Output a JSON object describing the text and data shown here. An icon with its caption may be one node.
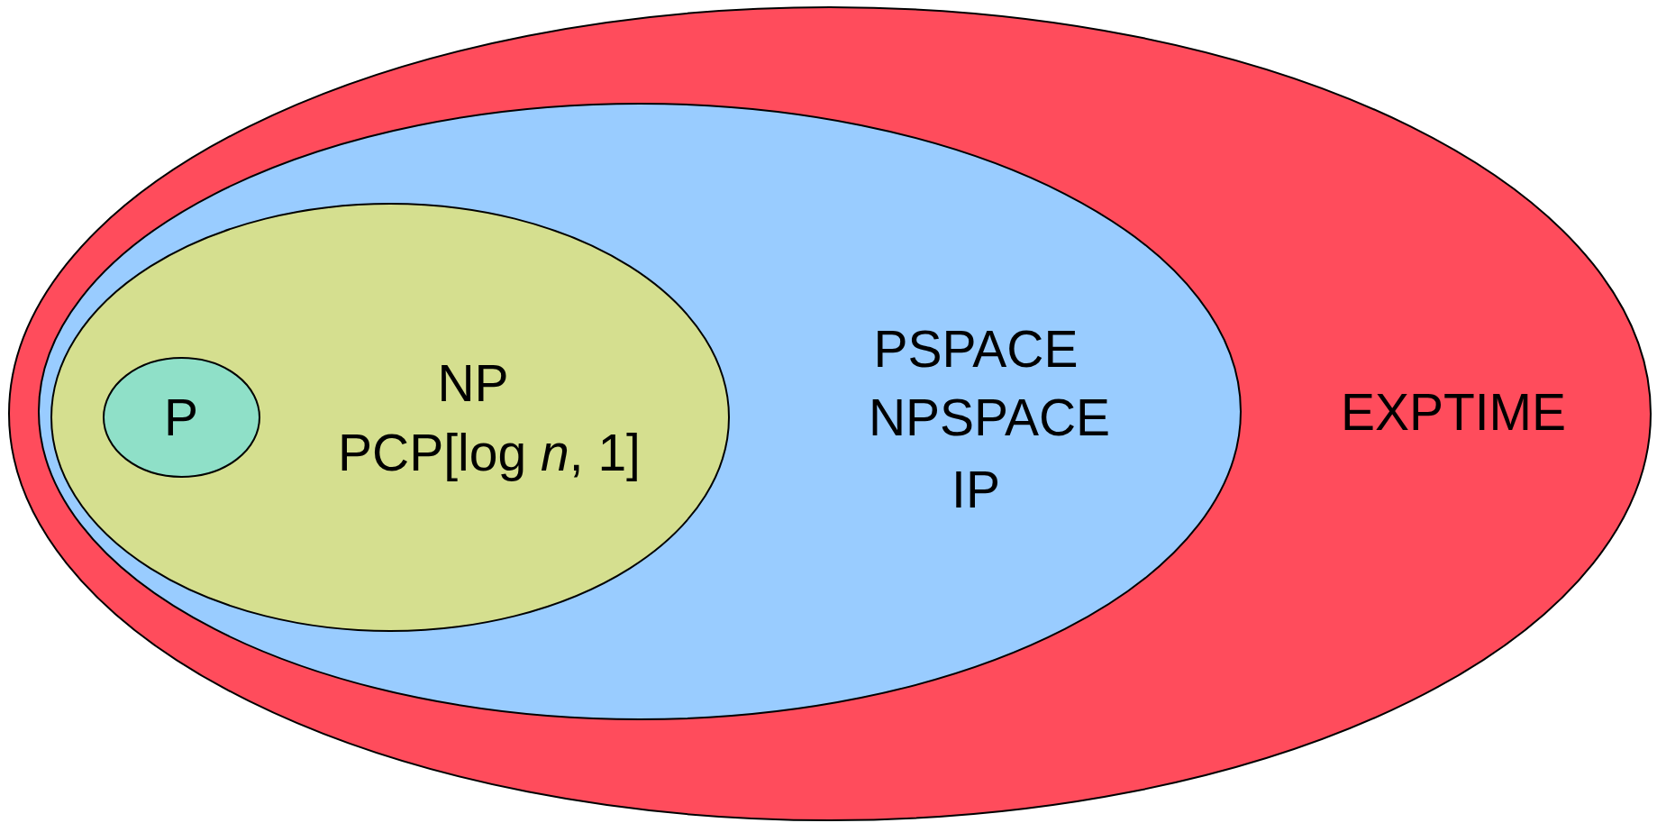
{
  "diagram": {
    "nodes": [
      {
        "text": [
          "EXPTIME"
        ]
      },
      {
        "text": [
          "PSPACE",
          "NPSPACE",
          "IP"
        ],
        "in": 0
      },
      {
        "text": [
          "NP",
          "PCP[log *n*, 1]"
        ],
        "in": 1
      },
      {
        "text": [
          "P"
        ],
        "in": 2
      }
    ]
  }
}
